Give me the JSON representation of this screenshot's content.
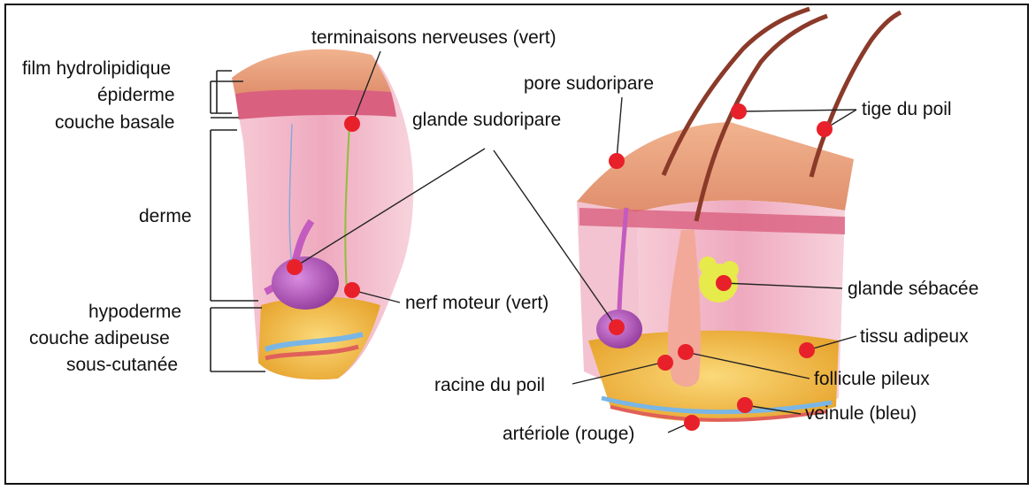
{
  "labels": {
    "film_hydrolipidique": "film hydrolipidique",
    "epiderme": "épiderme",
    "couche_basale": "couche basale",
    "derme": "derme",
    "hypoderme": "hypoderme",
    "couche_adipeuse": "couche adipeuse",
    "sous_cutanee": "sous-cutanée",
    "terminaisons_nerveuses": "terminaisons nerveuses (vert)",
    "glande_sudoripare": "glande sudoripare",
    "nerf_moteur": "nerf moteur (vert)",
    "pore_sudoripare": "pore sudoripare",
    "tige_du_poil": "tige du poil",
    "glande_sebacee": "glande sébacée",
    "tissu_adipeux": "tissu adipeux",
    "follicule_pileux": "follicule pileux",
    "veinule": "veinule (bleu)",
    "racine_du_poil": "racine du poil",
    "arteriole": "artériole (rouge)"
  },
  "colors": {
    "marker": "#e8202a",
    "epidermis": "#e9a98a",
    "dermis": "#f2b9c9",
    "fat": "#f4b942",
    "gland": "#b04fb8",
    "sebaceous": "#e6ea4a"
  }
}
